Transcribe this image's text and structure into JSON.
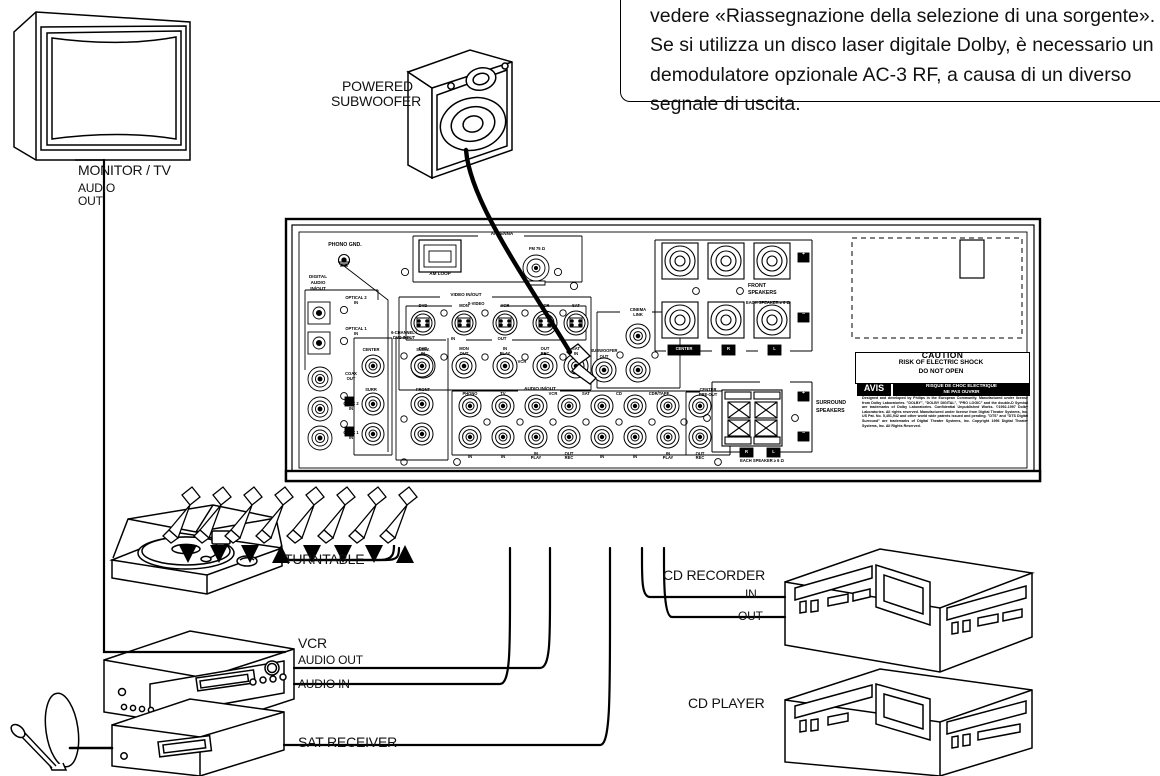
{
  "document": {
    "type": "audio-video-receiver-connection-diagram",
    "language": "it"
  },
  "callout": {
    "lines": [
      "vedere «Riassegnazione della selezione di una sorgente».",
      "Se si utilizza un disco laser digitale Dolby, è necessario un",
      "demodulatore opzionale AC-3 RF, a causa di un diverso",
      "segnale di uscita."
    ]
  },
  "devices": {
    "monitor_tv": {
      "label": "MONITOR / TV",
      "sub1": "AUDIO",
      "sub2": "OUT"
    },
    "subwoofer": {
      "line1": "POWERED",
      "line2": "SUBWOOFER"
    },
    "turntable": {
      "label": "TURNTABLE"
    },
    "vcr": {
      "label": "VCR",
      "out": "AUDIO OUT",
      "in": "AUDIO IN"
    },
    "sat_receiver": {
      "label": "SAT RECEIVER"
    },
    "cd_recorder": {
      "label": "CD RECORDER",
      "in": "IN",
      "out": "OUT"
    },
    "cd_player": {
      "label": "CD PLAYER"
    }
  },
  "receiver": {
    "phono_gnd": "PHONO GND.",
    "digital_audio": {
      "l1": "DIGITAL",
      "l2": "AUDIO",
      "l3": "IN/OUT"
    },
    "optical2": {
      "l1": "OPTICAL 2",
      "l2": "IN"
    },
    "optical1": {
      "l1": "OPTICAL 1",
      "l2": "IN"
    },
    "coax_out": {
      "l1": "COAX",
      "l2": "OUT"
    },
    "coax2_in": {
      "l1": "COAX 2",
      "l2": "IN"
    },
    "coax1_in": {
      "l1": "COAX 1",
      "l2": "IN"
    },
    "antenna": "ANTENNA",
    "am_loop": "AM LOOP",
    "fm75": "FM 75 Ω",
    "video_inout": "VIDEO IN/OUT",
    "s_video": "S-VIDEO",
    "svideo_jacks": [
      "DVD",
      "MON",
      "VCR",
      "VCR",
      "SAT"
    ],
    "svideo_row_in": "IN",
    "svideo_row_out": "OUT",
    "composite_jacks": [
      {
        "l1": "DVD",
        "l2": "IN"
      },
      {
        "l1": "MON",
        "l2": "OUT"
      },
      {
        "l1": "IN",
        "l2": "PLAY"
      },
      {
        "l1": "OUT",
        "l2": "REC"
      },
      {
        "l1": "SAT",
        "l2": "IN"
      }
    ],
    "composite_vcr_label": "VCR",
    "six_channel": {
      "l1": "6-CHANNEL /",
      "l2": "DVD INPUT"
    },
    "six_ch_labels": {
      "center": "CENTER",
      "surr": "SURR",
      "subw": "SUBW.",
      "front": "FRONT"
    },
    "audio_inout": "AUDIO IN/OUT",
    "audio_jacks": [
      "PHONO",
      "TV",
      "VCR",
      "SAT",
      "CD",
      "CDR/TAPE"
    ],
    "audio_row_labels": [
      "IN",
      "IN",
      "IN\nPLAY",
      "OUT\nREC",
      "IN",
      "IN",
      "IN\nPLAY",
      "OUT\nREC"
    ],
    "cinema_link": {
      "l1": "CINEMA",
      "l2": "LINK"
    },
    "subwoofer_out": {
      "l1": "SUBWOOFER",
      "l2": "OUT"
    },
    "center_pre_out": {
      "l1": "CENTER",
      "l2": "PRE-OUT"
    },
    "front_speakers": {
      "l1": "FRONT",
      "l2": "SPEAKERS"
    },
    "front_impedance": "EACH SPEAKER ≥ 6 Ω",
    "front_terminals": [
      "CENTER",
      "R",
      "L"
    ],
    "surround_speakers": {
      "l1": "SURROUND",
      "l2": "SPEAKERS"
    },
    "surround_terminals": [
      "R",
      "L"
    ],
    "surround_impedance": "EACH SPEAKER ≥ 6 Ω",
    "plus": "+",
    "minus": "−"
  },
  "caution": {
    "title": "CAUTION",
    "line1": "RISK OF ELECTRIC SHOCK",
    "line2": "DO NOT OPEN",
    "avis": "AVIS",
    "fr1": "RISQUE DE CHOC ELECTRIQUE",
    "fr2": "NE PAS OUVRIR",
    "fine_print": "Designed and developed by Philips in the European Community. Manufactured under license from Dolby Laboratories. \"DOLBY\", \"DOLBY DIGITAL\", \"PRO LOGIC\" and the double-D Symbol are trademarks of Dolby Laboratories. Confidential Unpublished Works. ©1992-1997 Dolby Laboratories. All rights reserved. Manufactured under license from Digital Theater Systems, Inc. US Pat. No. 5,451,942 and other world wide patents issued and pending. \"DTS\" and \"DTS Digital Surround\" are trademarks of Digital Theater Systems, Inc. Copyright 1996 Digital Theater Systems, Inc. All Rights Reserved."
  },
  "colors": {
    "ink": "#000000",
    "paper": "#ffffff",
    "cable": "#000000"
  }
}
